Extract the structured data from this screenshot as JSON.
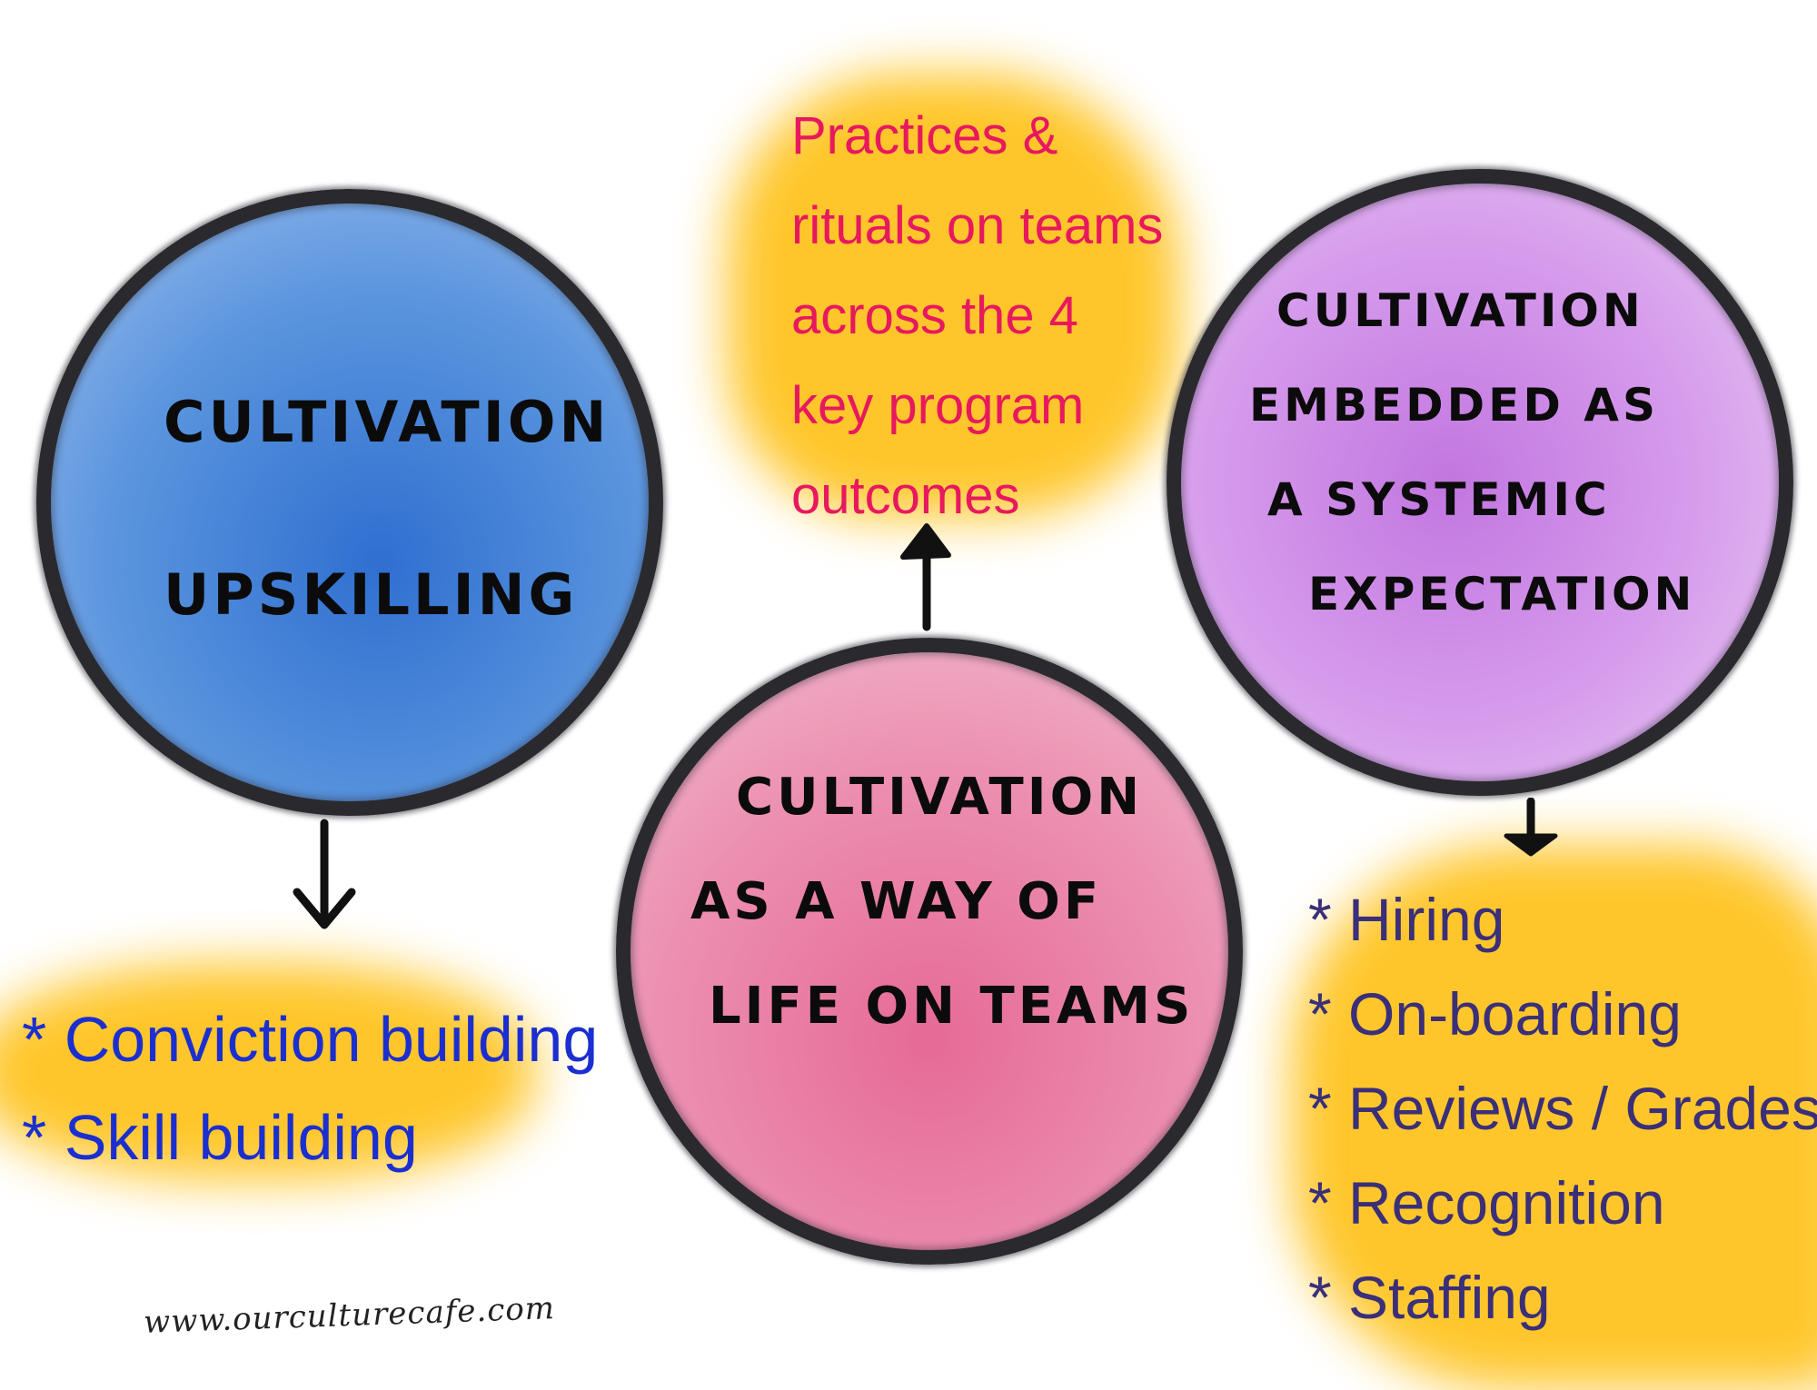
{
  "colors": {
    "highlight": "#ffc21a",
    "blue_circle": "#4a86d8",
    "pink_circle": "#ea86a8",
    "purple_circle": "#d49ae8",
    "practices_text": "#e8185f",
    "left_list_text": "#1b2fd0",
    "right_list_text": "#3a2f78"
  },
  "circles": {
    "upskilling": {
      "lines": [
        "Cultivation",
        "Upskilling"
      ]
    },
    "way_of_life": {
      "lines": [
        "Cultivation",
        "As a way of",
        "life on teams"
      ]
    },
    "systemic": {
      "lines": [
        "Cultivation",
        "embedded as",
        "a systemic",
        "expectation"
      ]
    }
  },
  "practices_note": {
    "lines": [
      "Practices &",
      "rituals on teams",
      "across the 4",
      "key program",
      "outcomes"
    ]
  },
  "upskilling_list": [
    "* Conviction building",
    "* Skill building"
  ],
  "systemic_list": [
    "* Hiring",
    "* On-boarding",
    "*  Reviews / Grades",
    "* Recognition",
    "* Staffing"
  ],
  "footer": {
    "url": "www.ourculturecafe.com"
  }
}
